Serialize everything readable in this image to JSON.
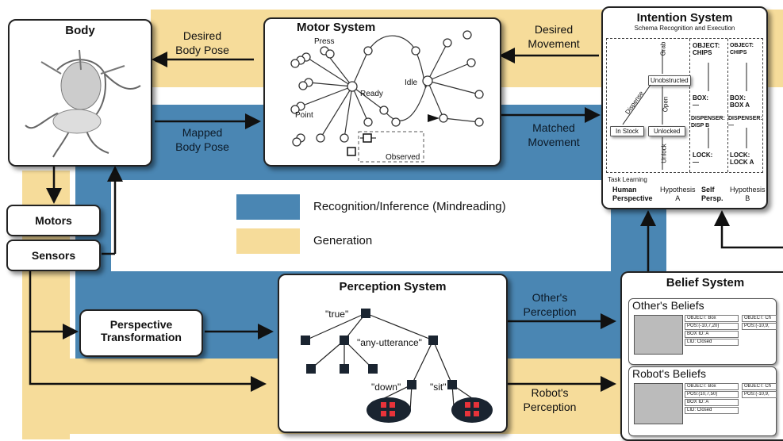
{
  "body": {
    "title": "Body"
  },
  "motors": {
    "label": "Motors"
  },
  "sensors": {
    "label": "Sensors"
  },
  "perspective_transformation": {
    "label_line1": "Perspective",
    "label_line2": "Transformation"
  },
  "motor_system": {
    "title": "Motor System",
    "labels": {
      "press": "Press",
      "ready": "Ready",
      "idle": "Idle",
      "point": "Point",
      "observed": "Observed"
    }
  },
  "intention_system": {
    "title": "Intention System",
    "subtitle": "Schema Recognition and Execution",
    "states": {
      "grab": "Grab",
      "unobstructed": "Unobstructed",
      "open": "Open",
      "dispense": "Dispense",
      "in_stock": "In Stock",
      "unlocked": "Unlocked",
      "unlock": "Unlock"
    },
    "hyp_a_fields": {
      "object": "OBJECT:",
      "chips": "CHIPS",
      "box": "BOX:",
      "box_val": "—",
      "dispenser": "DISPENSER:",
      "disp_b": "DISP B",
      "lock": "LOCK:",
      "lock_val": "—"
    },
    "hyp_b_fields": {
      "object": "OBJECT:",
      "chips": "CHIPS",
      "box": "BOX:",
      "box_a": "BOX A",
      "dispenser": "DISPENSER:",
      "disp_val": "—",
      "lock": "LOCK:",
      "lock_a": "LOCK A"
    },
    "task_learning": "Task Learning",
    "human": "Human",
    "perspective": "Perspective",
    "hypothesis_a": "Hypothesis",
    "a": "A",
    "self": "Self",
    "persp": "Persp.",
    "hypothesis_b": "Hypothesis",
    "b": "B"
  },
  "perception_system": {
    "title": "Perception System",
    "true_label": "\"true\"",
    "any_utterance": "\"any-utterance\"",
    "down": "\"down\"",
    "sit": "\"sit\""
  },
  "belief_system": {
    "title": "Belief System",
    "others_beliefs": "Other's Beliefs",
    "robots_beliefs": "Robot's Beliefs",
    "others_fields": [
      "OBJECT: Box",
      "POS:(-10,7,20)",
      "BOX ID: A",
      "LID: Closed"
    ],
    "others_fields2": [
      "OBJECT: Ch",
      "POS:(-10,9,"
    ],
    "robots_fields": [
      "OBJECT: Box",
      "POS:(10,7,50)",
      "BOX ID: A",
      "LID: Closed"
    ],
    "robots_fields2": [
      "OBJECT: Ch",
      "POS:(-10,9,"
    ]
  },
  "arrows": {
    "desired_body_pose": [
      "Desired",
      "Body Pose"
    ],
    "desired_movement": [
      "Desired",
      "Movement"
    ],
    "mapped_body_pose": [
      "Mapped",
      "Body Pose"
    ],
    "matched_movement": [
      "Matched",
      "Movement"
    ],
    "others_perception": [
      "Other's",
      "Perception"
    ],
    "robots_perception": [
      "Robot's",
      "Perception"
    ]
  },
  "legend": {
    "recognition": "Recognition/Inference (Mindreading)",
    "generation": "Generation",
    "recognition_color": "#4a86b3",
    "generation_color": "#f6dc9a"
  }
}
